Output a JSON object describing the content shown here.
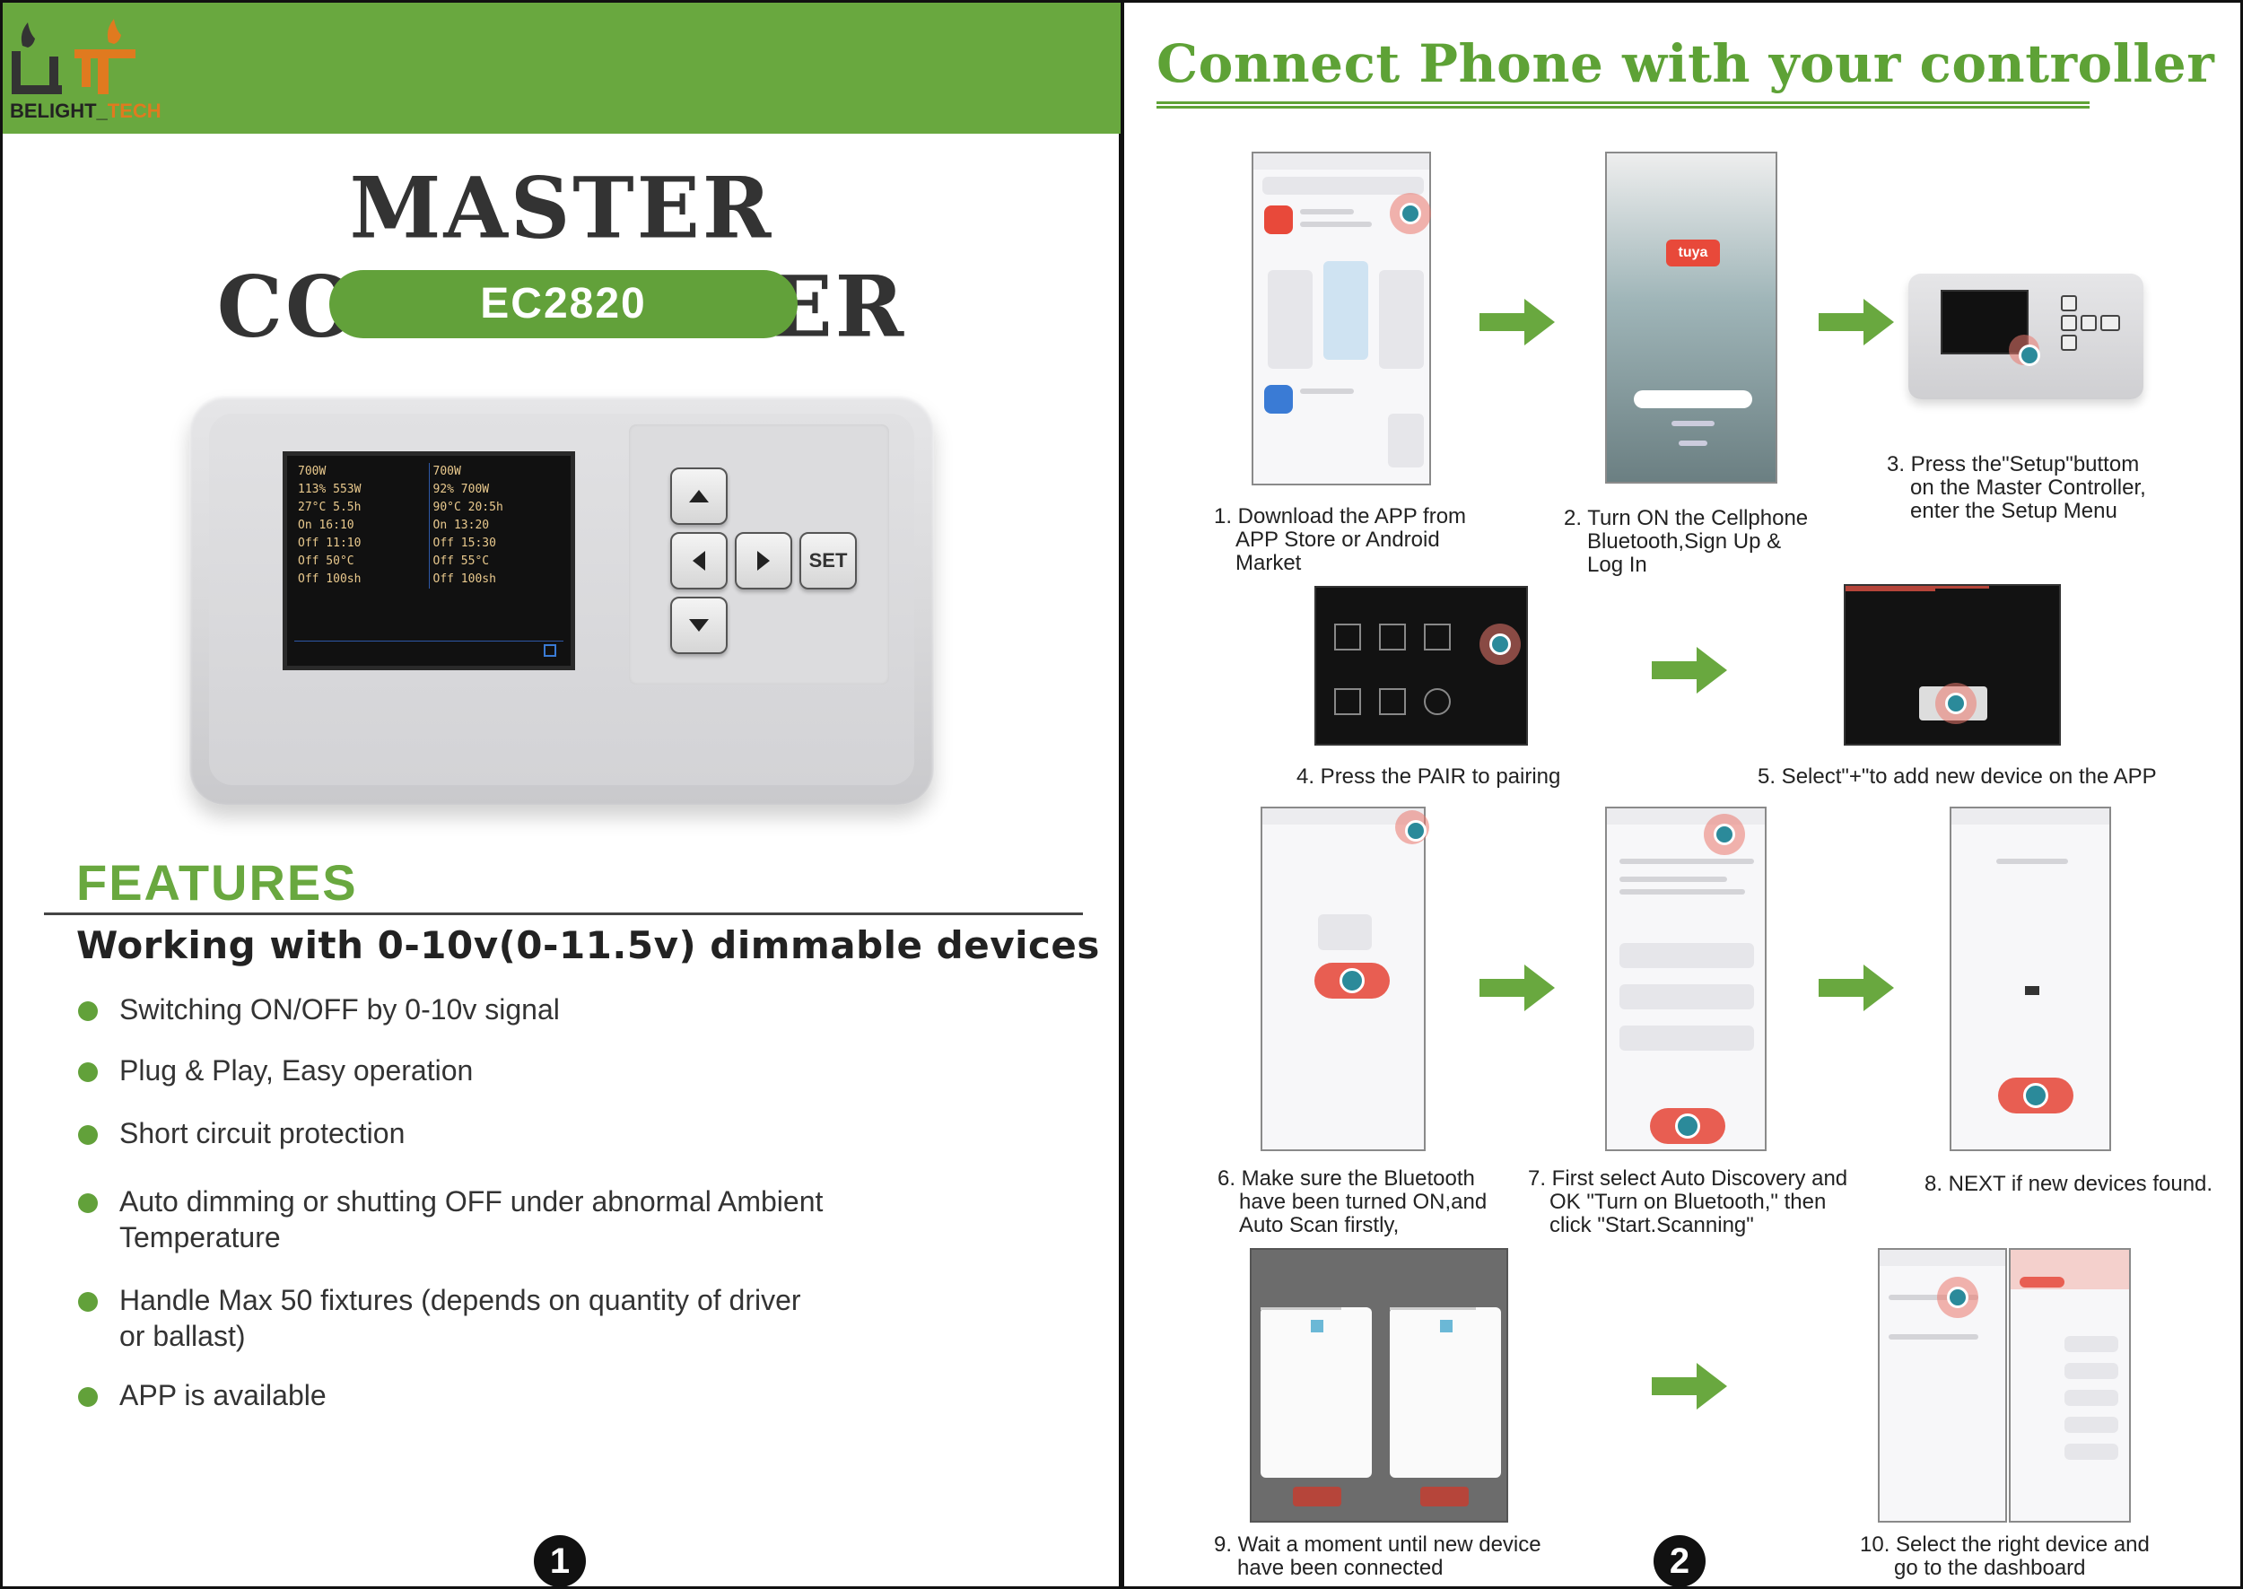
{
  "left": {
    "brand": {
      "name_part1": "BELIGHT_",
      "name_part2": "TECH"
    },
    "title": "MASTER CONTROLLER",
    "model": "EC2820",
    "device": {
      "screen_rows": [
        [
          "700W",
          "700W"
        ],
        [
          "113%   553W",
          "92%   700W"
        ],
        [
          "27°C   5.5h",
          "90°C   20:5h"
        ],
        [
          "On   16:10",
          "On   13:20"
        ],
        [
          "Off   11:10",
          "Off   15:30"
        ],
        [
          "Off   50°C",
          "Off   55°C"
        ],
        [
          "Off   100sh",
          "Off   100sh"
        ]
      ],
      "set_key_label": "SET"
    },
    "features_heading": "FEATURES",
    "features_subheading": "Working with 0-10v(0-11.5v) dimmable devices",
    "features": [
      {
        "lines": [
          "Switching ON/OFF by 0-10v signal"
        ]
      },
      {
        "lines": [
          "Plug & Play, Easy operation"
        ]
      },
      {
        "lines": [
          "Short circuit protection"
        ]
      },
      {
        "lines": [
          "Auto dimming or shutting OFF under abnormal Ambient",
          "Temperature"
        ]
      },
      {
        "lines": [
          "Handle Max 50 fixtures (depends on quantity of driver",
          " or ballast)"
        ]
      },
      {
        "lines": [
          "APP is available"
        ]
      }
    ],
    "page_number": "1",
    "colors": {
      "green": "#69a83f",
      "title": "#333333"
    }
  },
  "right": {
    "title": "Connect Phone with your controller",
    "steps": [
      {
        "lines": [
          "1. Download the APP from",
          "APP Store or Android",
          "Market"
        ]
      },
      {
        "lines": [
          "2. Turn ON the Cellphone",
          "Bluetooth,Sign Up &",
          " Log In"
        ]
      },
      {
        "lines": [
          "3. Press the\"Setup\"buttom",
          "on the Master Controller,",
          "enter the Setup Menu"
        ]
      },
      {
        "lines": [
          "4. Press the PAIR to pairing"
        ]
      },
      {
        "lines": [
          "5. Select\"+\"to add new device on the APP"
        ]
      },
      {
        "lines": [
          "6. Make sure the Bluetooth",
          "have been turned ON,and",
          "Auto Scan firstly,"
        ]
      },
      {
        "lines": [
          "7. First select Auto Discovery and",
          "OK \"Turn on Bluetooth,\" then",
          "click \"Start.Scanning\""
        ]
      },
      {
        "lines": [
          "8. NEXT   if new devices found."
        ]
      },
      {
        "lines": [
          "9. Wait a moment until new device",
          "have been connected"
        ]
      },
      {
        "lines": [
          "10. Select the right device and",
          "go to the dashboard"
        ]
      }
    ],
    "tuya_logo": "tuya",
    "page_number": "2",
    "colors": {
      "green": "#5ea236",
      "tap": "#e85e52"
    }
  }
}
